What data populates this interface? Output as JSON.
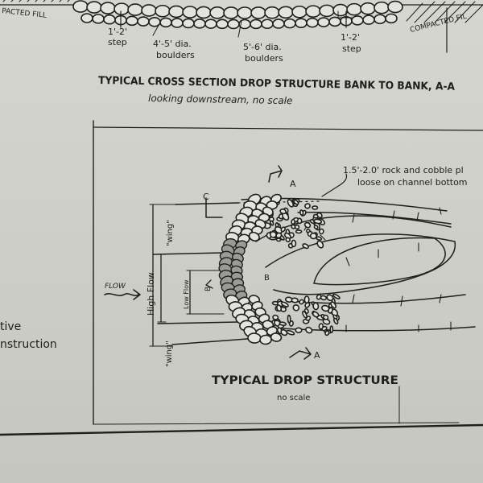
{
  "top_section": {
    "compacted_fill_left": "PACTED FILL",
    "compacted_fill_right": "COMPACTED FIL",
    "step_left": "1'-2'",
    "step_left_word": "step",
    "boulders_small_size": "4'-5' dia.",
    "boulders_small_word": "boulders",
    "boulders_large_size": "5'-6' dia.",
    "boulders_large_word": "boulders",
    "step_right": "1'-2'",
    "step_right_word": "step",
    "title": "TYPICAL CROSS SECTION DROP STRUCTURE BANK TO BANK, A-A",
    "subtitle": "looking downstream, no scale"
  },
  "left_margin": {
    "line1": "tive",
    "line2": "nstruction"
  },
  "drop_structure": {
    "note_line1": "1.5'-2.0' rock and cobble pl",
    "note_line2": "loose on channel bottom",
    "section_a_top": "A",
    "section_a_bottom": "A",
    "label_c": "C",
    "label_b": "B",
    "label_b_inner": "B",
    "flow_label": "FLOW",
    "high_flow": "High Flow",
    "low_flow": "Low Flow",
    "wing_top": "\"wing\"",
    "wing_bottom": "\"wing\"",
    "title": "TYPICAL DROP STRUCTURE",
    "subtitle": "no scale"
  }
}
